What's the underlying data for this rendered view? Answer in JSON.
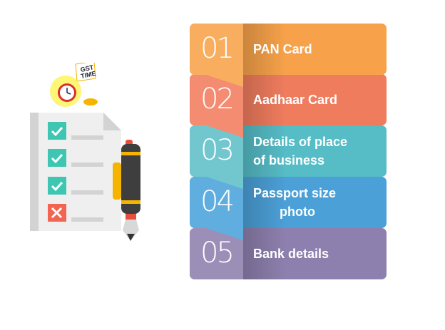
{
  "illustration": {
    "badge_text": "GST TIME"
  },
  "steps": [
    {
      "number": "01",
      "lines": [
        "PAN Card"
      ],
      "color": "#F7A24A",
      "tab_color": "#F8AE5E"
    },
    {
      "number": "02",
      "lines": [
        "Aadhaar Card"
      ],
      "color": "#F07C5E",
      "tab_color": "#F48C72"
    },
    {
      "number": "03",
      "lines": [
        "Details of place",
        "of business"
      ],
      "color": "#56BCC6",
      "tab_color": "#72C7CF"
    },
    {
      "number": "04",
      "lines": [
        "Passport size",
        "photo"
      ],
      "color": "#4BA0D8",
      "tab_color": "#5FAEDF"
    },
    {
      "number": "05",
      "lines": [
        "Bank details"
      ],
      "color": "#8E80AE",
      "tab_color": "#9B8FB8"
    }
  ]
}
